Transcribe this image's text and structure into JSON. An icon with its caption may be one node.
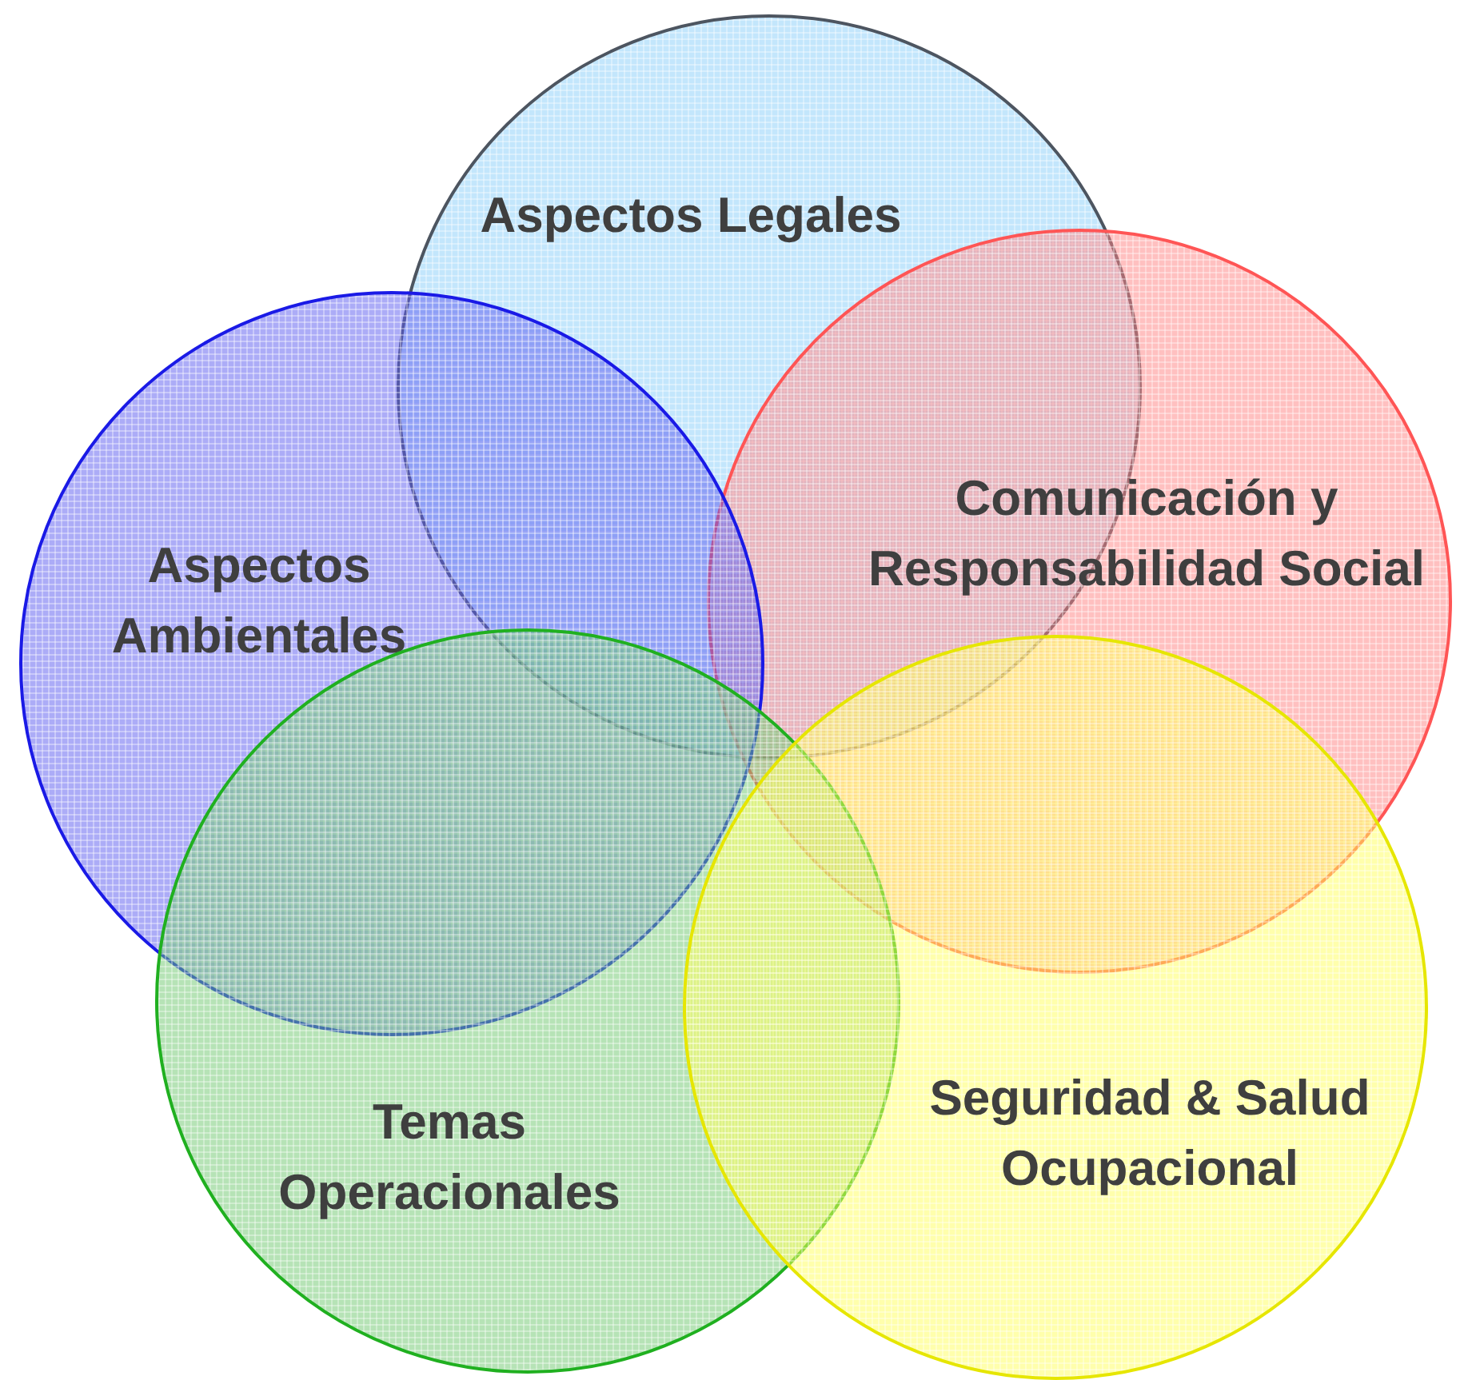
{
  "diagram": {
    "nodes": [
      {
        "text": [
          "Aspectos Legales"
        ]
      },
      {
        "text": [
          "Comunicación y Responsabilidad Social"
        ]
      },
      {
        "text": [
          "Aspectos Ambientales"
        ]
      },
      {
        "text": [
          "Temas Operacionales"
        ]
      },
      {
        "text": [
          "Seguridad & Salud Ocupacional"
        ]
      }
    ]
  }
}
